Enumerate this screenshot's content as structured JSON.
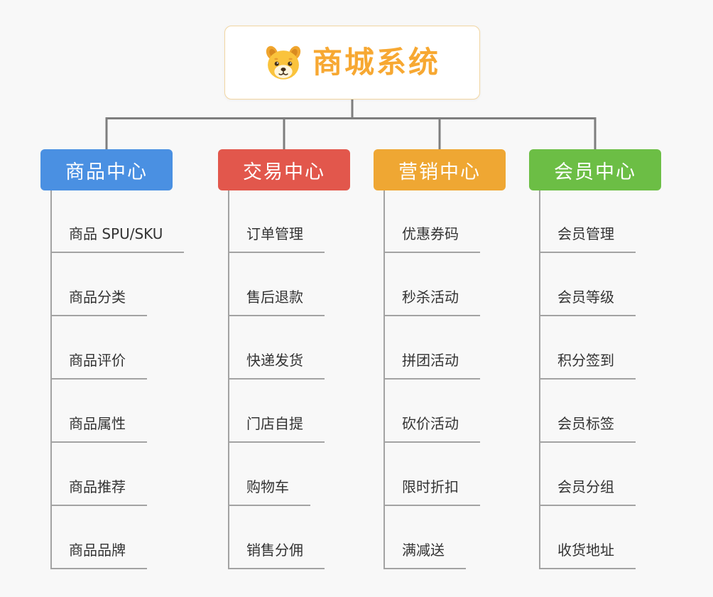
{
  "root": {
    "title": "商城系统",
    "icon": "dog-icon"
  },
  "branches": [
    {
      "label": "商品中心",
      "color": "#4a90e2",
      "items": [
        "商品 SPU/SKU",
        "商品分类",
        "商品评价",
        "商品属性",
        "商品推荐",
        "商品品牌"
      ]
    },
    {
      "label": "交易中心",
      "color": "#e2574c",
      "items": [
        "订单管理",
        "售后退款",
        "快递发货",
        "门店自提",
        "购物车",
        "销售分佣"
      ]
    },
    {
      "label": "营销中心",
      "color": "#efa733",
      "items": [
        "优惠券码",
        "秒杀活动",
        "拼团活动",
        "砍价活动",
        "限时折扣",
        "满减送"
      ]
    },
    {
      "label": "会员中心",
      "color": "#6cbe45",
      "items": [
        "会员管理",
        "会员等级",
        "积分签到",
        "会员标签",
        "会员分组",
        "收货地址"
      ]
    }
  ],
  "colors": {
    "background": "#f8f8f8",
    "root_title": "#f7a832",
    "root_border": "#f2d6a2",
    "connector": "#7e7e7e",
    "leaf_line": "#a3a3a3",
    "leaf_text": "#333333"
  }
}
